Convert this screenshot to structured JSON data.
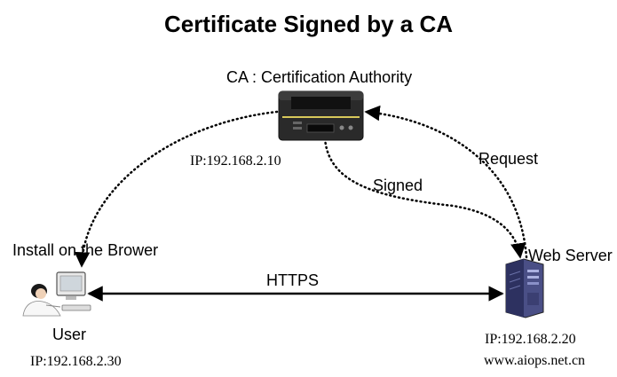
{
  "title": "Certificate Signed by a CA",
  "ca": {
    "label": "CA : Certification Authority",
    "ip": "IP:192.168.2.10"
  },
  "web_server": {
    "label": "Web Server",
    "ip": "IP:192.168.2.20"
  },
  "user": {
    "label": "User",
    "ip": "IP:192.168.2.30"
  },
  "links": {
    "request": "Request",
    "signed": "Signed",
    "install": "Install on the Brower",
    "https": "HTTPS"
  },
  "watermark": "www.aiops.net.cn",
  "colors": {
    "line": "#000000",
    "ca_body": "#2a2a2a",
    "ca_band": "#d8c85a",
    "server_body": "#4a4f86",
    "user_skin": "#f0d2b8"
  },
  "icons": {
    "ca": "ca-server-icon",
    "web_server": "tower-server-icon",
    "user": "user-computer-icon"
  }
}
